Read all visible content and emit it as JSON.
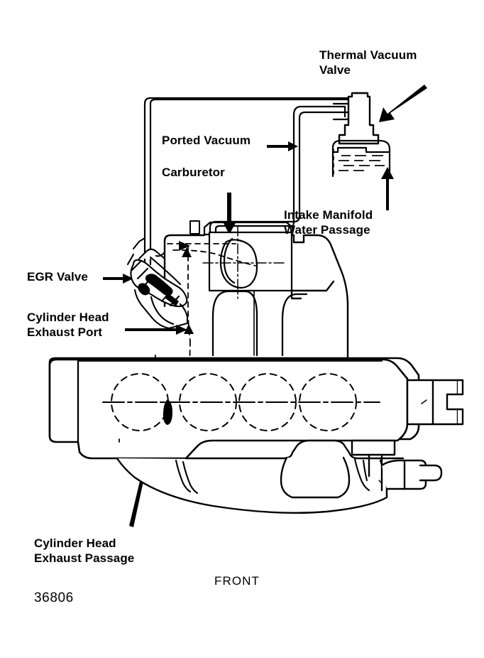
{
  "figure": {
    "number": "36806",
    "orientation_label": "FRONT"
  },
  "labels": {
    "thermal_vacuum_valve": "Thermal Vacuum\nValve",
    "ported_vacuum": "Ported Vacuum",
    "carburetor": "Carburetor",
    "intake_manifold_water_passage": "Intake Manifold\nWater Passage",
    "egr_valve": "EGR Valve",
    "cylinder_head_exhaust_port": "Cylinder Head\nExhaust Port",
    "cylinder_head_exhaust_passage": "Cylinder Head\nExhaust Passage"
  },
  "colors": {
    "line": "#000000",
    "background": "#ffffff"
  },
  "components": {
    "cylinder_count": 4,
    "icons": [
      "thermal-vacuum-valve-icon",
      "carburetor-icon",
      "egr-valve-icon",
      "intake-manifold-icon",
      "cylinder-head-icon",
      "coolant-hatching-icon"
    ]
  }
}
